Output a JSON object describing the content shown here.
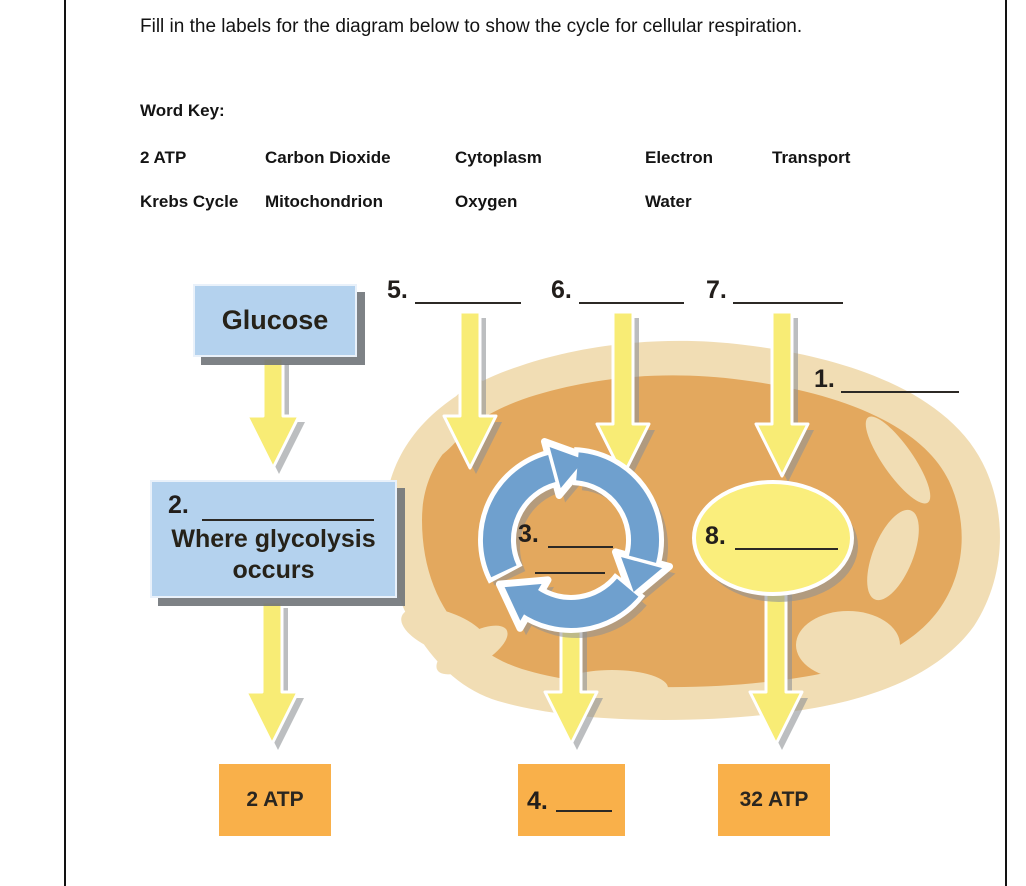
{
  "worksheet": {
    "instruction": "Fill in the labels for the diagram below to show the cycle for cellular respiration.",
    "word_key": {
      "heading": "Word Key:",
      "row1": [
        "2 ATP",
        "Carbon Dioxide",
        "Cytoplasm",
        "Electron",
        "Transport"
      ],
      "row2": [
        "Krebs Cycle",
        "Mitochondrion",
        "Oxygen",
        "Water"
      ]
    }
  },
  "diagram": {
    "glucose_box_label": "Glucose",
    "glycolysis_box": {
      "number": "2.",
      "line1": "Where glycolysis",
      "line2": "occurs"
    },
    "blanks": {
      "b1": "1.",
      "b3": "3.",
      "b4": "4.",
      "b5": "5.",
      "b6": "6.",
      "b7": "7.",
      "b8": "8."
    },
    "outputs": {
      "atp2": "2 ATP",
      "atp32": "32 ATP"
    },
    "colors": {
      "box_blue": "#b4d2ee",
      "arrow_yellow": "#f8ec75",
      "box_orange": "#f9b04a",
      "mito_outer_tan": "#f1ddb4",
      "mito_inner_tan": "#e3a85e",
      "cycle_blue": "#6fa0ce",
      "ellipse_yellow": "#faee7c",
      "shadow_gray": "#8f9296"
    }
  }
}
